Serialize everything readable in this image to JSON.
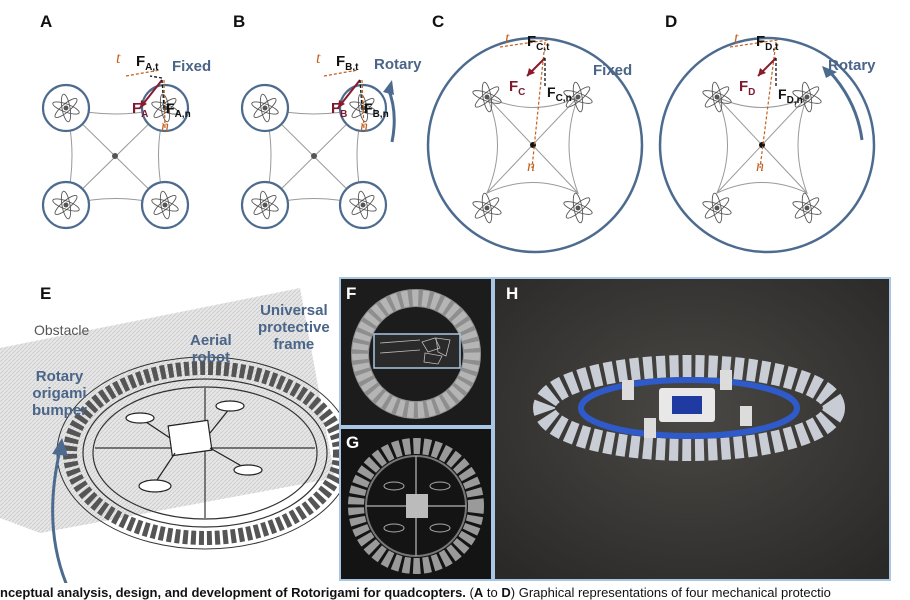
{
  "panels": {
    "A": {
      "label": "A",
      "force": "F",
      "sub_force": "A",
      "ft_sub": "A,t",
      "fn_sub": "A,n",
      "t": "t",
      "n": "n",
      "mode": "Fixed"
    },
    "B": {
      "label": "B",
      "force": "F",
      "sub_force": "B",
      "ft_sub": "B,t",
      "fn_sub": "B,n",
      "t": "t",
      "n": "n",
      "mode": "Rotary"
    },
    "C": {
      "label": "C",
      "force": "F",
      "sub_force": "C",
      "ft_sub": "C,t",
      "fn_sub": "C,n",
      "t": "t",
      "n": "n",
      "mode": "Fixed"
    },
    "D": {
      "label": "D",
      "force": "F",
      "sub_force": "D",
      "ft_sub": "D,t",
      "fn_sub": "D,n",
      "t": "t",
      "n": "n",
      "mode": "Rotary"
    },
    "E": {
      "label": "E",
      "obstacle": "Obstacle",
      "aerial_robot": [
        "Aerial",
        "robot"
      ],
      "frame": [
        "Universal",
        "protective",
        "frame"
      ],
      "bumper": [
        "Rotary",
        "origami",
        "bumper"
      ]
    },
    "F": {
      "label": "F"
    },
    "G": {
      "label": "G"
    },
    "H": {
      "label": "H"
    }
  },
  "caption": {
    "bold": "nceptual analysis, design, and development of Rotorigami for quadcopters.",
    "open": "(",
    "ref_a": "A",
    "to": "to",
    "ref_d": "D",
    "rest": ") Graphical representations of four mechanical protectio"
  }
}
